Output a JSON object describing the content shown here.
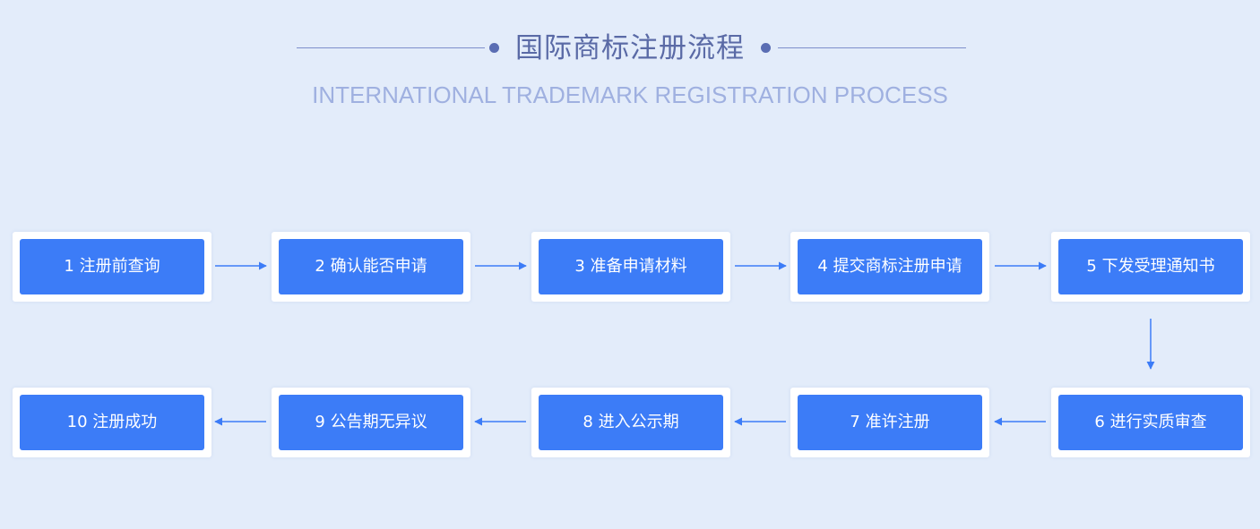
{
  "header": {
    "title": "国际商标注册流程",
    "subtitle": "INTERNATIONAL TRADEMARK REGISTRATION PROCESS"
  },
  "steps": [
    {
      "label": "1 注册前查询"
    },
    {
      "label": "2 确认能否申请"
    },
    {
      "label": "3 准备申请材料"
    },
    {
      "label": "4 提交商标注册申请"
    },
    {
      "label": "5 下发受理通知书"
    },
    {
      "label": "6 进行实质审查"
    },
    {
      "label": "7 准许注册"
    },
    {
      "label": "8 进入公示期"
    },
    {
      "label": "9 公告期无异议"
    },
    {
      "label": "10 注册成功"
    }
  ],
  "colors": {
    "background": "#e3ecfa",
    "step_fill": "#3c7cf7",
    "arrow": "#3c7cf7",
    "title": "#5a6aa6",
    "subtitle": "#9fb0e0"
  }
}
